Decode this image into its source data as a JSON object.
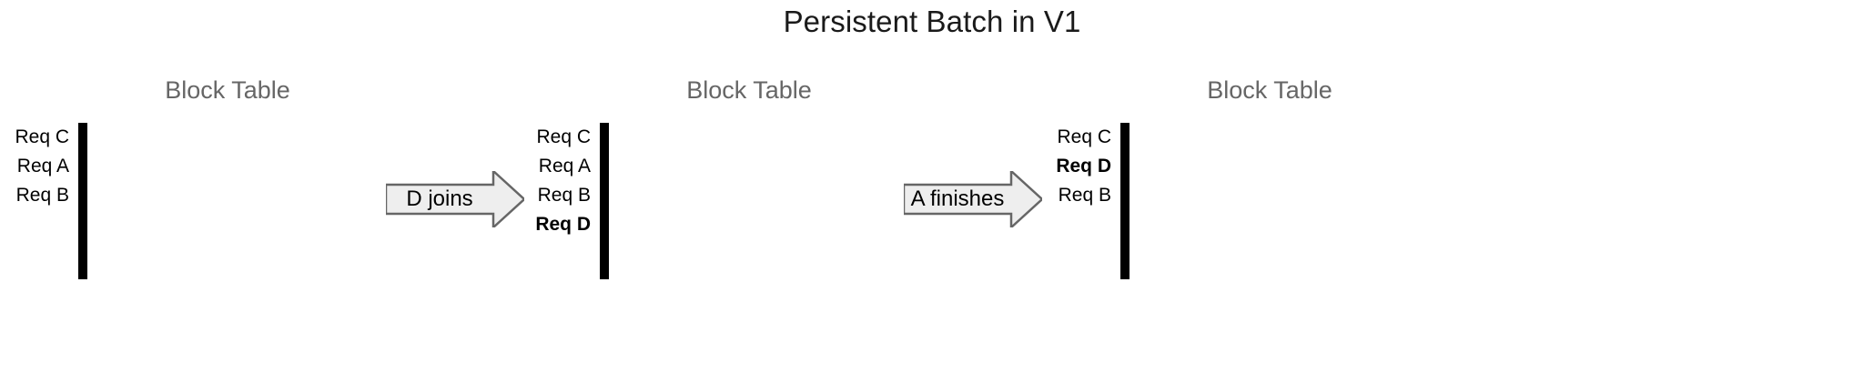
{
  "title": "Persistent Batch in V1",
  "colors": {
    "green": "#d9ead3",
    "pink": "#f2d0d0",
    "yellow": "#fcecc9",
    "blue": "#cfe2f3",
    "empty": "#ffffff",
    "border": "#000000",
    "panel_title": "#666666",
    "arrow_fill": "#eeeeee",
    "arrow_stroke": "#666666",
    "title_text": "#1a1a1a"
  },
  "panels": [
    {
      "id": "left",
      "title": "Block Table",
      "columns": 4,
      "rows": [
        {
          "label": "Req C",
          "bold": false,
          "color": "green"
        },
        {
          "label": "Req A",
          "bold": false,
          "color": "pink"
        },
        {
          "label": "Req B",
          "bold": false,
          "color": "yellow"
        },
        {
          "label": "",
          "bold": false,
          "color": "empty"
        },
        {
          "label": "",
          "bold": false,
          "color": "empty"
        }
      ]
    },
    {
      "id": "middle",
      "title": "Block Table",
      "columns": 4,
      "rows": [
        {
          "label": "Req C",
          "bold": false,
          "color": "green"
        },
        {
          "label": "Req A",
          "bold": false,
          "color": "pink"
        },
        {
          "label": "Req B",
          "bold": false,
          "color": "yellow"
        },
        {
          "label": "Req D",
          "bold": true,
          "color": "blue"
        },
        {
          "label": "",
          "bold": false,
          "color": "empty"
        }
      ]
    },
    {
      "id": "right",
      "title": "Block Table",
      "columns": 4,
      "rows": [
        {
          "label": "Req C",
          "bold": false,
          "color": "green"
        },
        {
          "label": "Req D",
          "bold": true,
          "color": "blue"
        },
        {
          "label": "Req B",
          "bold": false,
          "color": "yellow"
        },
        {
          "label": "",
          "bold": false,
          "color": "empty"
        },
        {
          "label": "",
          "bold": false,
          "color": "empty"
        }
      ]
    }
  ],
  "arrows": [
    {
      "id": "d-joins",
      "label": "D joins"
    },
    {
      "id": "a-finishes",
      "label": "A finishes"
    }
  ]
}
